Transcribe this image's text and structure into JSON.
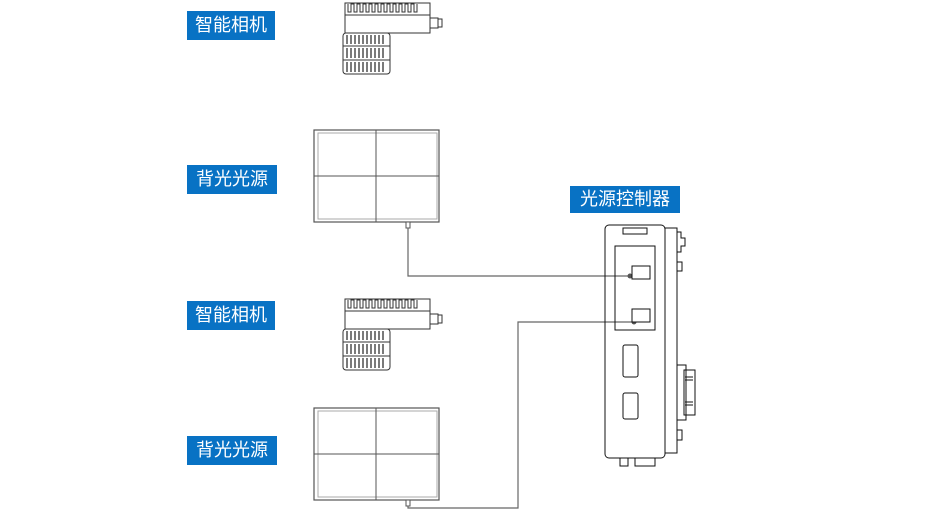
{
  "labels": {
    "camera_1": "智能相机",
    "backlight_1": "背光光源",
    "camera_2": "智能相机",
    "backlight_2": "背光光源",
    "controller": "光源控制器"
  },
  "colors": {
    "label_bg": "#0872c4",
    "label_text": "#ffffff",
    "line": "#555555",
    "outline": "#222222"
  }
}
